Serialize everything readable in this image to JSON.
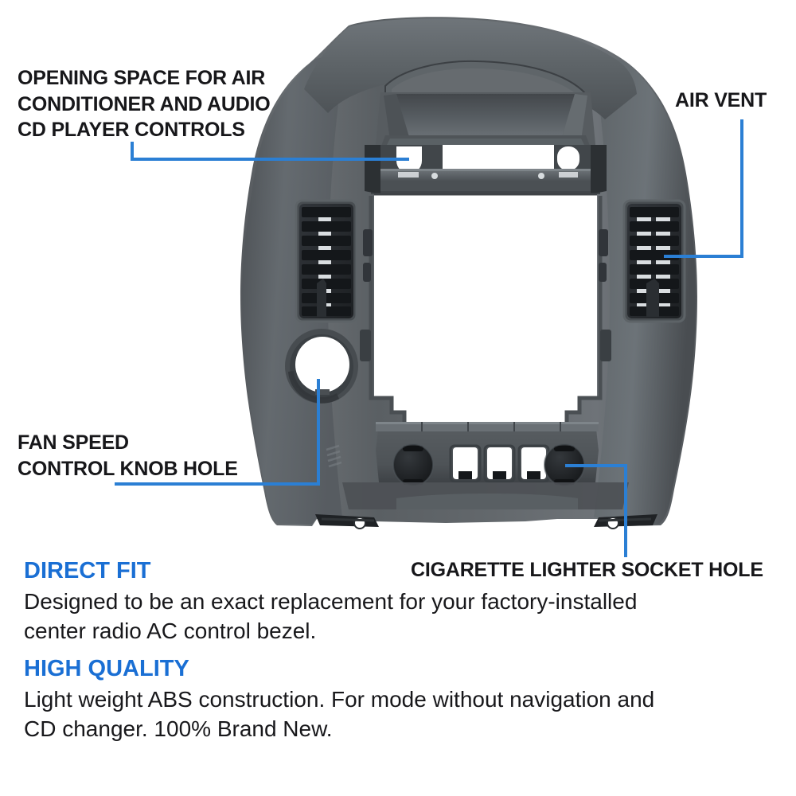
{
  "product": {
    "name": "center-radio-ac-control-bezel",
    "description": "Automotive dash trim bezel photographed straight-on, dark grey textured ABS plastic, with two side air vents, a large central radio opening, a round fan knob hole on the left, and a lower switch bank with two round socket holes and three square switch cutouts.",
    "body_color": "#5b5f63",
    "body_color_dark": "#3c4043",
    "body_color_light": "#7c8186",
    "cutout_color": "#ffffff",
    "vent_color": "#26292c"
  },
  "callouts": [
    {
      "id": "opening",
      "label": "OPENING SPACE FOR AIR\nCONDITIONER AND AUDIO\nCD PLAYER CONTROLS",
      "points_to": "upper-radio-opening"
    },
    {
      "id": "air-vent",
      "label": "AIR VENT",
      "points_to": "right-air-vent"
    },
    {
      "id": "fan-speed",
      "label": "FAN SPEED\nCONTROL KNOB HOLE",
      "points_to": "fan-knob-hole"
    },
    {
      "id": "cigarette-lighter",
      "label": "CIGARETTE LIGHTER SOCKET HOLE",
      "points_to": "right-socket-hole"
    }
  ],
  "leader_line_color": "#2b7fd4",
  "features": [
    {
      "heading": "DIRECT FIT",
      "body": "Designed to be an exact replacement for your factory-installed center radio AC control bezel."
    },
    {
      "heading": "HIGH QUALITY",
      "body": "Light weight ABS construction. For mode without navigation and CD changer. 100% Brand New."
    }
  ],
  "icons": {
    "air_vent_left": "air-vent-louvers-icon",
    "air_vent_right": "air-vent-louvers-icon",
    "fan_knob": "circular-knob-hole-icon",
    "socket_left": "round-socket-hole-icon",
    "socket_right": "round-socket-hole-icon",
    "switches": "square-switch-cutout-icon"
  }
}
